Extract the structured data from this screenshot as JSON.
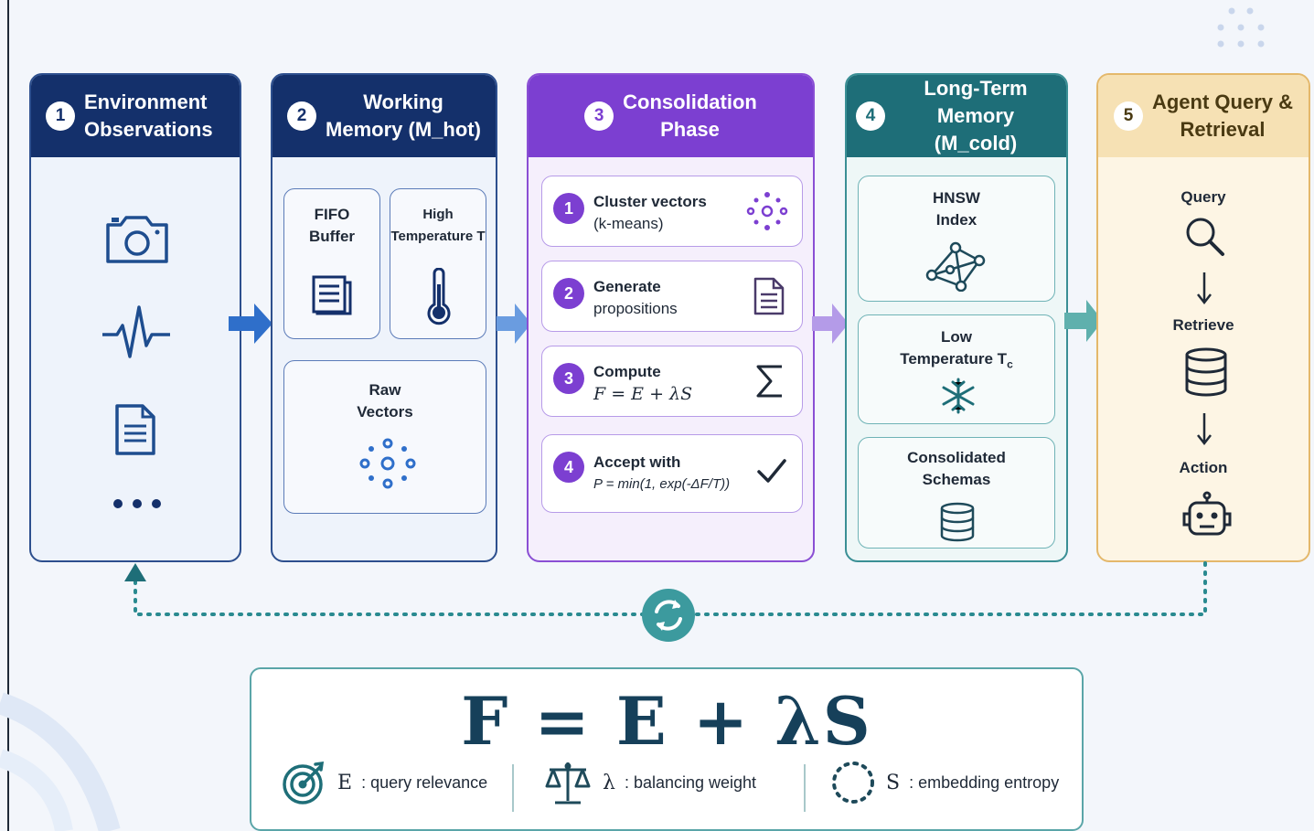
{
  "columns": {
    "c1": {
      "num": "1",
      "title": "Environment\nObservations",
      "items": [
        "camera-icon",
        "pulse-icon",
        "document-icon",
        "more-icon"
      ]
    },
    "c2": {
      "num": "2",
      "title": "Working\nMemory (M_hot)",
      "fifo": "FIFO\nBuffer",
      "high_temp": "High\nTemperature T",
      "raw_vectors": "Raw\nVectors"
    },
    "c3": {
      "num": "3",
      "title": "Consolidation\nPhase",
      "steps": [
        {
          "num": "1",
          "line1": "Cluster vectors",
          "line2": "(k-means)"
        },
        {
          "num": "2",
          "line1": "Generate",
          "line2": "propositions"
        },
        {
          "num": "3",
          "line1": "Compute",
          "line2": "F = E + λS"
        },
        {
          "num": "4",
          "line1": "Accept with",
          "line2": "P = min(1, exp(-ΔF/T))"
        }
      ]
    },
    "c4": {
      "num": "4",
      "title": "Long-Term\nMemory (M_cold)",
      "hnsw": "HNSW\nIndex",
      "low_temp_a": "Low",
      "low_temp_b": "Temperature T",
      "low_temp_sub": "c",
      "schemas": "Consolidated\nSchemas"
    },
    "c5": {
      "num": "5",
      "title": "Agent Query &\nRetrieval",
      "query": "Query",
      "retrieve": "Retrieve",
      "action": "Action"
    }
  },
  "formula": {
    "main": "F = E + λS",
    "legend": [
      {
        "sym": "E",
        "text": ": query relevance",
        "icon": "target-icon"
      },
      {
        "sym": "λ",
        "text": ": balancing weight",
        "icon": "scale-icon"
      },
      {
        "sym": "S",
        "text": ": embedding entropy",
        "icon": "dotted-circle-icon"
      }
    ]
  },
  "colors": {
    "navy": "#14306b",
    "purple": "#7c3fd1",
    "teal": "#1e6e78",
    "gold": "#f6e1b4",
    "loop": "#2a8a90"
  }
}
